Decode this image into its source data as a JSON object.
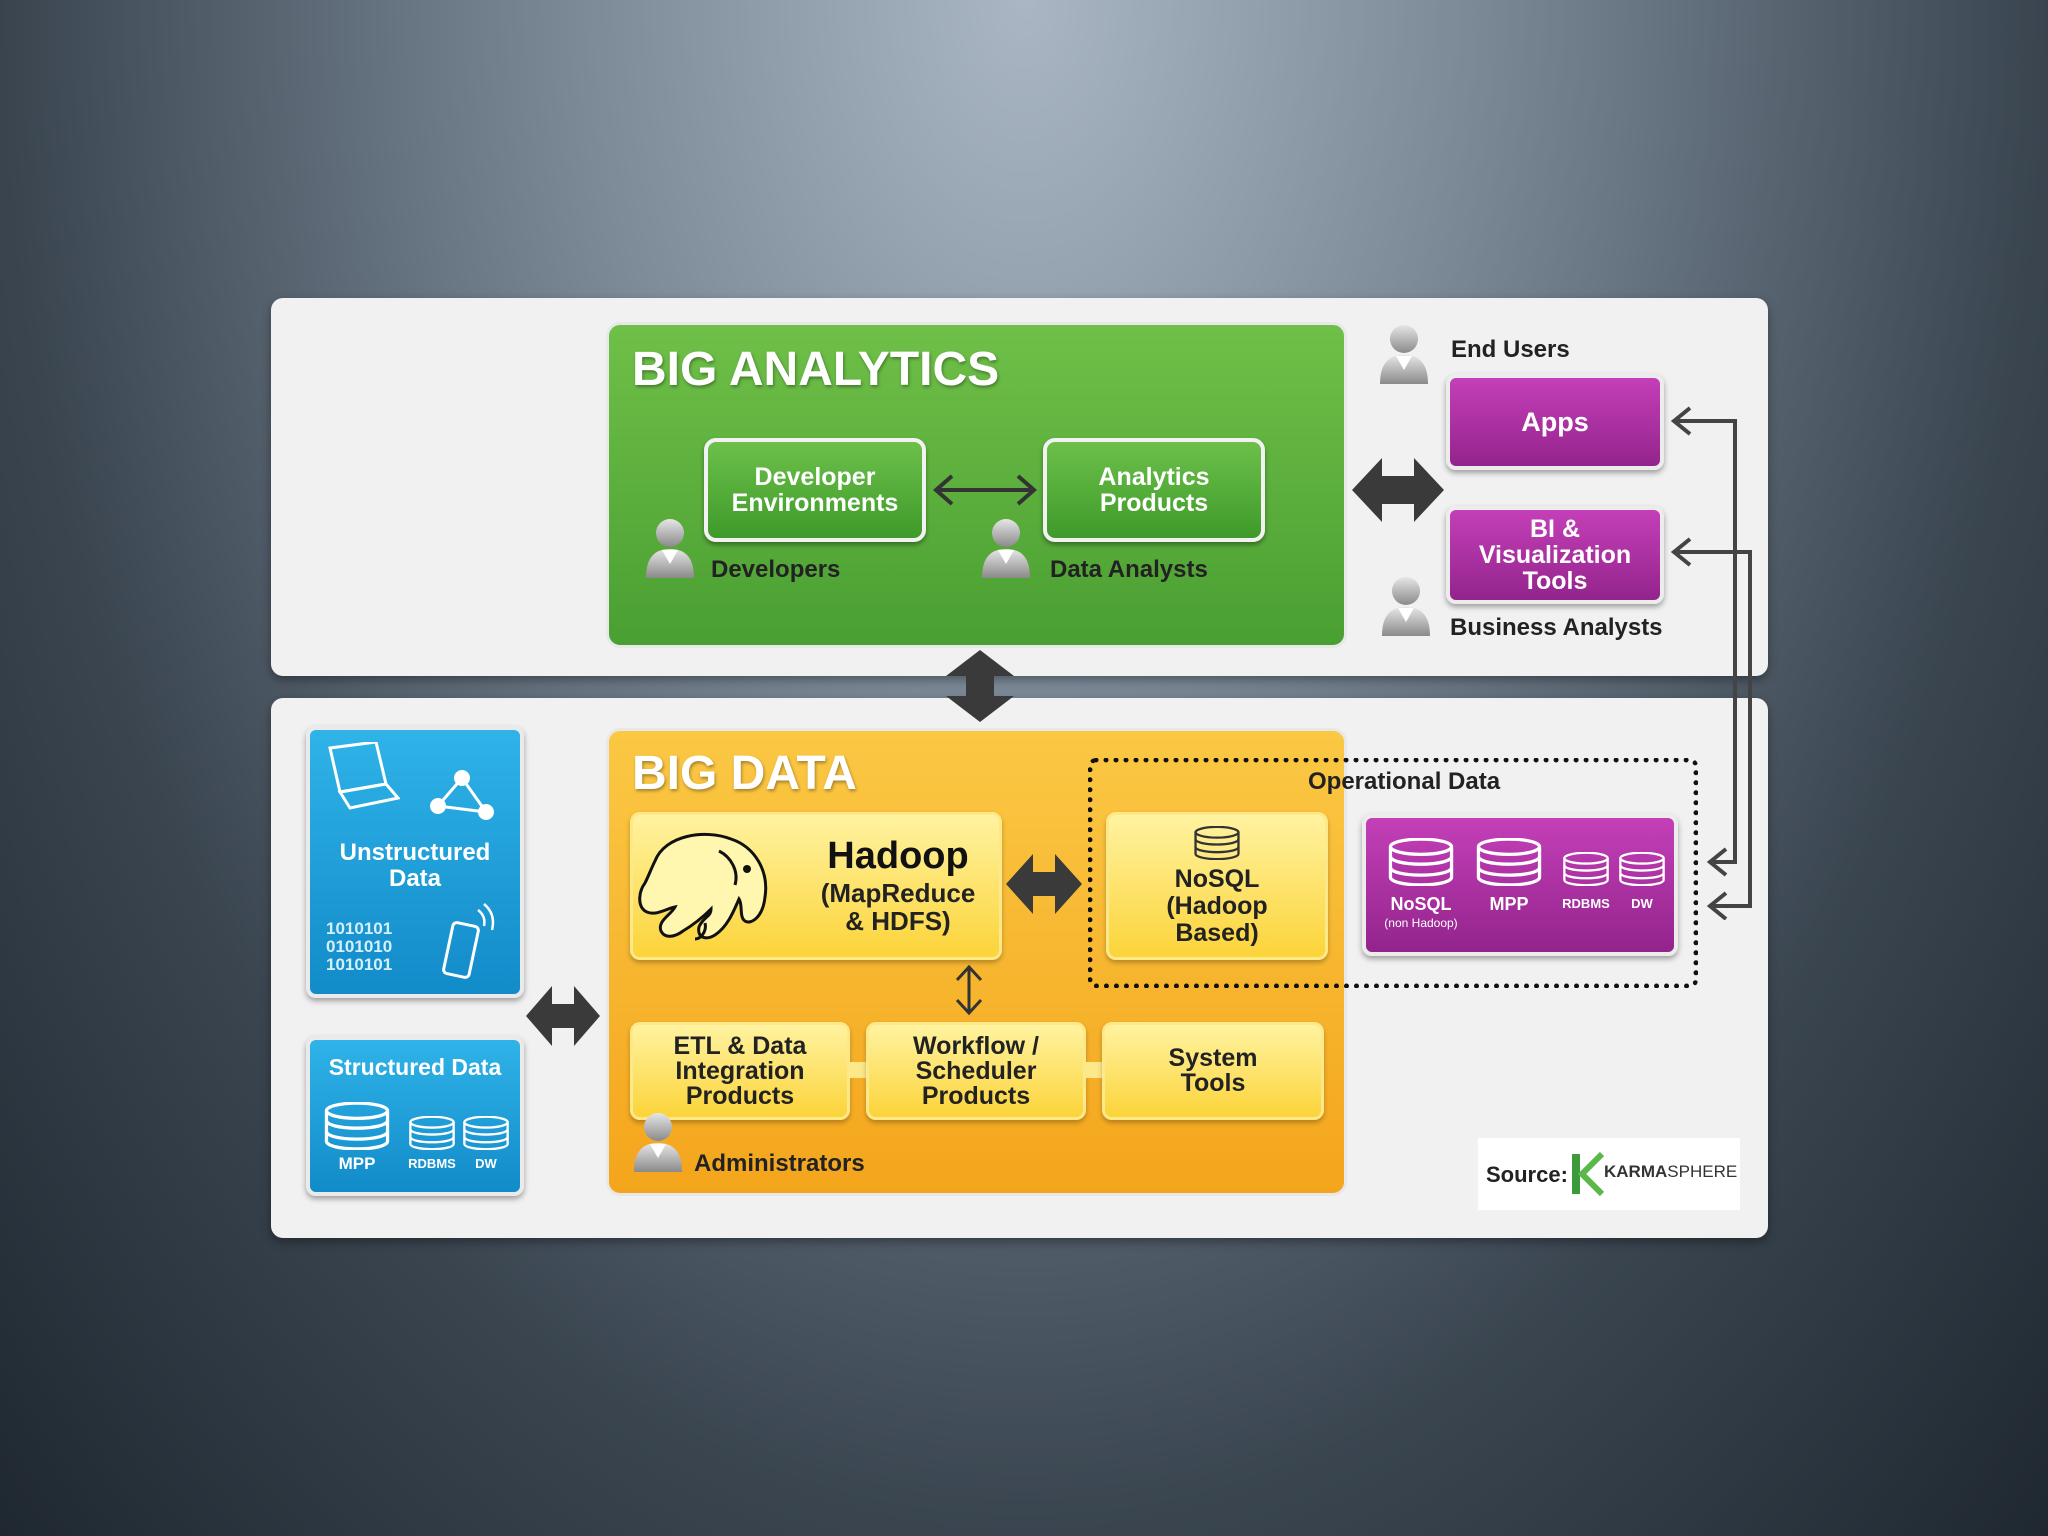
{
  "analytics": {
    "title": "BIG ANALYTICS",
    "dev_env_line1": "Developer",
    "dev_env_line2": "Environments",
    "analytics_line1": "Analytics",
    "analytics_line2": "Products",
    "developers": "Developers",
    "data_analysts": "Data Analysts"
  },
  "users": {
    "end_users": "End Users",
    "apps": "Apps",
    "bi_line1": "BI &",
    "bi_line2": "Visualization",
    "bi_line3": "Tools",
    "business_analysts": "Business Analysts"
  },
  "bigdata": {
    "title": "BIG DATA",
    "hadoop_title": "Hadoop",
    "hadoop_sub1": "(MapReduce",
    "hadoop_sub2": "& HDFS)",
    "nosql_line1": "NoSQL",
    "nosql_line2": "(Hadoop",
    "nosql_line3": "Based)",
    "etl_line1": "ETL & Data",
    "etl_line2": "Integration",
    "etl_line3": "Products",
    "wf_line1": "Workflow /",
    "wf_line2": "Scheduler",
    "wf_line3": "Products",
    "sys_line1": "System",
    "sys_line2": "Tools",
    "administrators": "Administrators"
  },
  "operational": {
    "title": "Operational Data",
    "nosql": "NoSQL",
    "nosql_sub": "(non Hadoop)",
    "mpp": "MPP",
    "rdbms": "RDBMS",
    "dw": "DW"
  },
  "unstructured": {
    "line1": "Unstructured",
    "line2": "Data",
    "binary1": "1010101",
    "binary2": "0101010",
    "binary3": "1010101"
  },
  "structured": {
    "title": "Structured Data",
    "mpp": "MPP",
    "rdbms": "RDBMS",
    "dw": "DW"
  },
  "source": {
    "label": "Source:",
    "brand_bold": "KARMA",
    "brand_light": "SPHERE"
  },
  "colors": {
    "green": "#4a9f32",
    "yellow": "#f4a51c",
    "purple": "#93248c",
    "blue": "#128bc9"
  }
}
